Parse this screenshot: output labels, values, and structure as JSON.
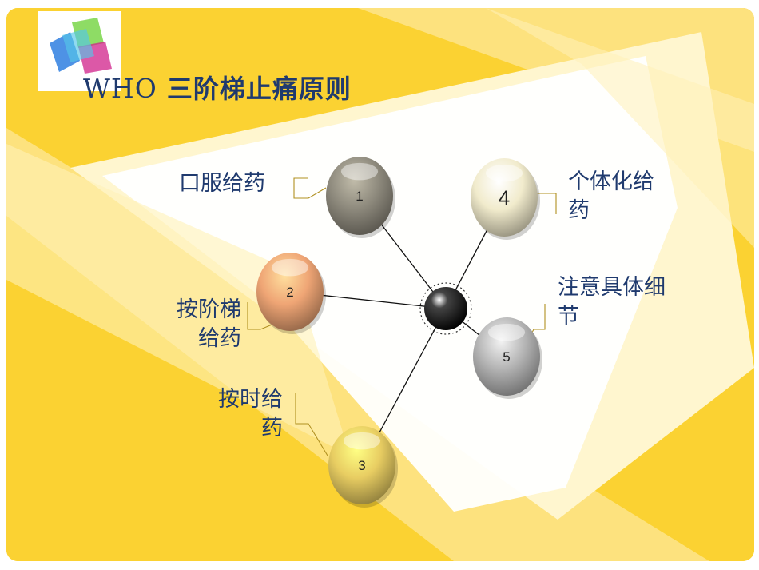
{
  "title": {
    "latin": "WHO",
    "cjk": " 三阶梯止痛原则"
  },
  "nodes": [
    {
      "number": "1",
      "label_line1": "口服给药",
      "label_line2": "",
      "color": "#8f8b7e"
    },
    {
      "number": "2",
      "label_line1": "按阶梯",
      "label_line2": "给药",
      "color": "#efa575"
    },
    {
      "number": "3",
      "label_line1": "按时给",
      "label_line2": "药",
      "color": "#e8cd62"
    },
    {
      "number": "4",
      "label_line1": "个体化给",
      "label_line2": "药",
      "color": "#f1ebcc"
    },
    {
      "number": "5",
      "label_line1": "注意具体细",
      "label_line2": "节",
      "color": "#b4b4b4"
    }
  ],
  "colors": {
    "title": "#1f3a6e",
    "background": "#fbd232",
    "hub": "#000000"
  }
}
